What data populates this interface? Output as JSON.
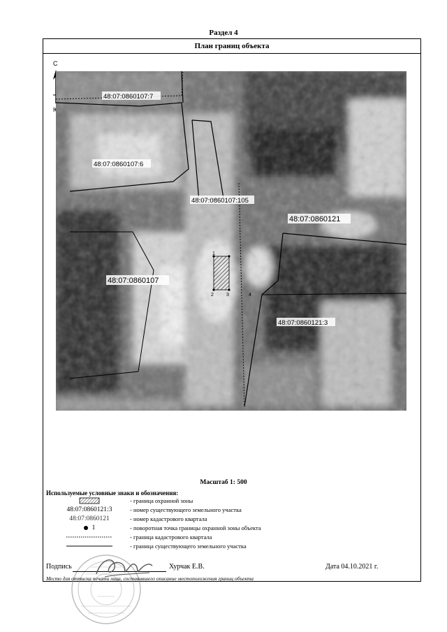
{
  "header": {
    "section": "Раздел 4",
    "plan_title": "План границ объекта"
  },
  "north_arrow": {
    "north": "С",
    "south": "Ю"
  },
  "map": {
    "parcels": [
      {
        "id": "48:07:0860107:7"
      },
      {
        "id": "48:07:0860107:6"
      },
      {
        "id": "48:07:0860107:105"
      },
      {
        "id": "48:07:0860121:3"
      }
    ],
    "quarters": [
      {
        "id": "48:07:0860107"
      },
      {
        "id": "48:07:0860121"
      }
    ],
    "turning_points": [
      "1",
      "2",
      "3",
      "4"
    ]
  },
  "scale": "Масштаб 1: 500",
  "legend": {
    "title": "Используемые условные знаки и обозначения:",
    "items": [
      {
        "symbol_text": "",
        "symbol": "hatched-box",
        "desc": "- граница охранной зоны"
      },
      {
        "symbol_text": "48:07:0860121:3",
        "symbol": "text",
        "desc": "- номер существующего земельного участка"
      },
      {
        "symbol_text": "48:07:0860121",
        "symbol": "text",
        "desc": "- номер кадастрового квартала"
      },
      {
        "symbol_text": "1",
        "symbol": "dot",
        "desc": "- поворотная точка границы охранной зоны объекта"
      },
      {
        "symbol_text": "",
        "symbol": "dotted-line",
        "desc": "- граница кадастрового квартала"
      },
      {
        "symbol_text": "",
        "symbol": "solid-line",
        "desc": "- граница существующего земельного участка"
      }
    ]
  },
  "signature": {
    "label": "Подпись",
    "name": "Хурчак Е.В.",
    "date": "Дата 04.10.2021 г.",
    "caption": "Место для оттиска печати лица, составившего описание местоположения границ объекта"
  }
}
